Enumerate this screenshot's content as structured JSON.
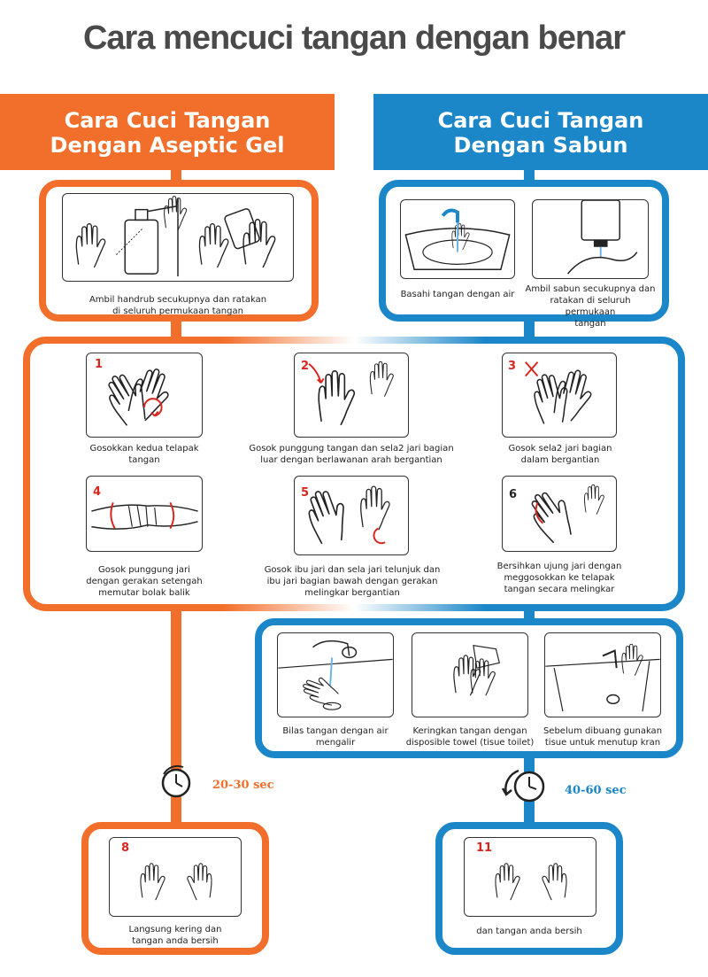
{
  "title": "Cara mencuci tangan dengan benar",
  "colors": {
    "orange": "#f26f2b",
    "blue": "#1b86c8",
    "red": "#d7261e",
    "text": "#4a4a4a"
  },
  "headers": {
    "gel": {
      "line1": "Cara Cuci Tangan",
      "line2": "Dengan Aseptic Gel"
    },
    "soap": {
      "line1": "Cara Cuci Tangan",
      "line2": "Dengan Sabun"
    }
  },
  "gel_start": {
    "caption1": "Ambil handrub secukupnya dan ratakan",
    "caption2": "di seluruh permukaan tangan"
  },
  "soap_start": {
    "wet": {
      "caption": "Basahi tangan dengan air"
    },
    "soap": {
      "caption1": "Ambil sabun secukupnya dan",
      "caption2": "ratakan di seluruh permukaan",
      "caption3": "tangan"
    }
  },
  "steps": [
    {
      "num": "1",
      "caption1": "Gosokkan kedua telapak",
      "caption2": "tangan",
      "caption3": ""
    },
    {
      "num": "2",
      "caption1": "Gosok punggung tangan dan sela2 jari bagian",
      "caption2": "luar dengan berlawanan arah bergantian",
      "caption3": ""
    },
    {
      "num": "3",
      "caption1": "Gosok sela2 jari bagian",
      "caption2": "dalam bergantian",
      "caption3": ""
    },
    {
      "num": "4",
      "caption1": "Gosok punggung jari",
      "caption2": "dengan gerakan setengah",
      "caption3": "memutar bolak balik"
    },
    {
      "num": "5",
      "caption1": "Gosok ibu jari dan sela jari telunjuk dan",
      "caption2": "ibu jari bagian bawah dengan gerakan",
      "caption3": "melingkar bergantian"
    },
    {
      "num": "6",
      "caption1": "Bersihkan ujung jari dengan",
      "caption2": "meggosokkan ke telapak",
      "caption3": "tangan secara melingkar"
    }
  ],
  "soap_finish": [
    {
      "caption1": "Bilas tangan dengan air",
      "caption2": "mengalir"
    },
    {
      "caption1": "Keringkan tangan dengan",
      "caption2": "disposible towel (tisue toilet)"
    },
    {
      "caption1": "Sebelum dibuang gunakan",
      "caption2": "tisue untuk menutup kran"
    }
  ],
  "timers": {
    "gel": "20-30 sec",
    "soap": "40-60 sec"
  },
  "results": {
    "gel": {
      "num": "8",
      "caption1": "Langsung kering dan",
      "caption2": "tangan anda bersih"
    },
    "soap": {
      "num": "11",
      "caption1": "dan tangan anda bersih"
    }
  },
  "icons": {
    "timer": "stopwatch-icon",
    "hands": "hands-icon",
    "faucet": "faucet-icon",
    "soap": "soap-dispenser-icon",
    "bottle": "gel-bottle-icon",
    "towel": "towel-icon"
  }
}
